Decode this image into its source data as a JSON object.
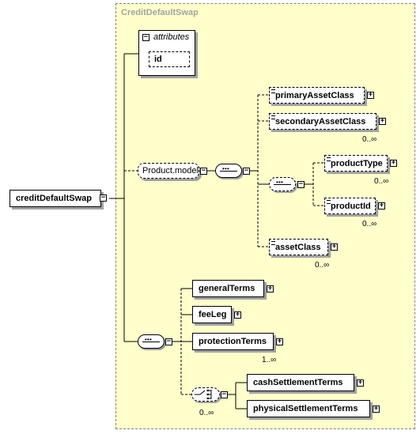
{
  "root": {
    "label": "creditDefaultSwap"
  },
  "type": {
    "label": "CreditDefaultSwap"
  },
  "attributes": {
    "label": "attributes",
    "id_label": "id"
  },
  "group": {
    "label": "Product.model"
  },
  "product_elements": {
    "primary": "primaryAssetClass",
    "secondary": "secondaryAssetClass",
    "secondary_card": "0..∞",
    "productType": "productType",
    "productType_card": "0..∞",
    "productId": "productId",
    "productId_card": "0..∞",
    "assetClass": "assetClass",
    "assetClass_card": "0..∞"
  },
  "terms": {
    "general": "generalTerms",
    "fee": "feeLeg",
    "protection": "protectionTerms",
    "protection_card": "1..∞",
    "choice_card": "0..∞",
    "cash": "cashSettlementTerms",
    "physical": "physicalSettlementTerms"
  },
  "icons": {
    "expand": "+",
    "collapse": "−"
  }
}
